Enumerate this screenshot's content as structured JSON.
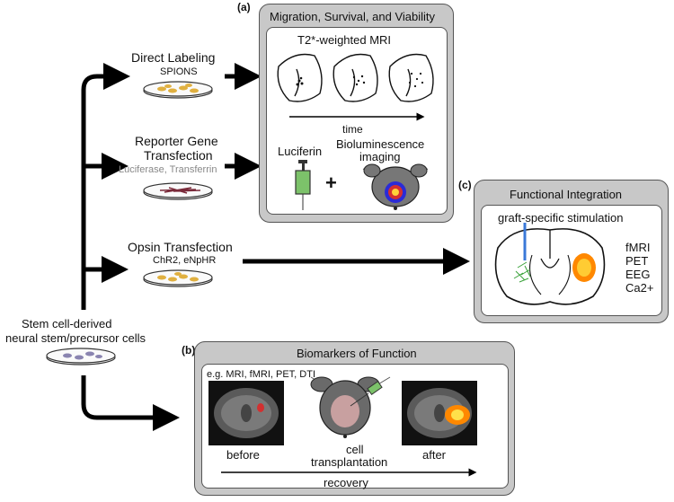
{
  "sources": {
    "stem_cells": {
      "line1": "Stem cell-derived",
      "line2": "neural stem/precursor cells"
    }
  },
  "branches": {
    "direct": {
      "title": "Direct Labeling",
      "sub": "SPIONS"
    },
    "reporter": {
      "title_l1": "Reporter Gene",
      "title_l2": "Transfection",
      "sub": "Luciferase, Transferrin"
    },
    "opsin": {
      "title": "Opsin Transfection",
      "sub": "ChR2, eNpHR"
    }
  },
  "panel_a": {
    "tag": "(a)",
    "header": "Migration, Survival, and Viability",
    "mri_title": "T2*-weighted MRI",
    "time_label": "time",
    "luciferin_label": "Luciferin",
    "plus": "+",
    "biolum_l1": "Bioluminescence",
    "biolum_l2": "imaging"
  },
  "panel_b": {
    "tag": "(b)",
    "header": "Biomarkers of Function",
    "examples": "e.g. MRI, fMRI, PET, DTI",
    "before": "before",
    "cell_l1": "cell",
    "cell_l2": "transplantation",
    "after": "after",
    "recovery": "recovery"
  },
  "panel_c": {
    "tag": "(c)",
    "header": "Functional Integration",
    "subtitle": "graft-specific stimulation",
    "modalities": [
      "fMRI",
      "PET",
      "EEG",
      "Ca2+"
    ]
  },
  "colors": {
    "panel_gray": "#c8c8c8",
    "arrow": "#000000",
    "sub_gray": "#888888",
    "syringe_green": "#7cc26a",
    "hot_spot": "#ff8800"
  }
}
